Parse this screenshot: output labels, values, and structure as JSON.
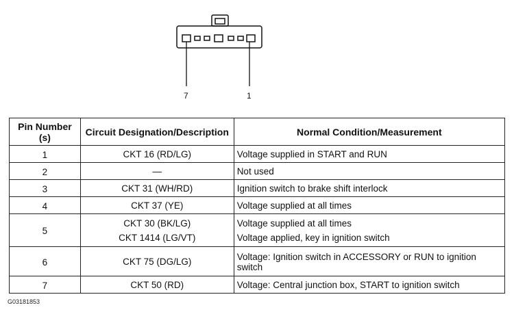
{
  "connector": {
    "left_pin_label": "7",
    "right_pin_label": "1"
  },
  "table": {
    "headers": {
      "pin": "Pin Number (s)",
      "circuit": "Circuit Designation/Description",
      "condition": "Normal Condition/Measurement"
    },
    "rows": [
      {
        "pin": "1",
        "circuits": [
          "CKT 16 (RD/LG)"
        ],
        "conditions": [
          "Voltage supplied in START and RUN"
        ]
      },
      {
        "pin": "2",
        "circuits": [
          "—"
        ],
        "conditions": [
          "Not used"
        ]
      },
      {
        "pin": "3",
        "circuits": [
          "CKT 31 (WH/RD)"
        ],
        "conditions": [
          "Ignition switch to brake shift interlock"
        ]
      },
      {
        "pin": "4",
        "circuits": [
          "CKT 37 (YE)"
        ],
        "conditions": [
          "Voltage supplied at all times"
        ]
      },
      {
        "pin": "5",
        "circuits": [
          "CKT 30 (BK/LG)",
          "CKT 1414 (LG/VT)"
        ],
        "conditions": [
          "Voltage supplied at all times",
          "Voltage applied, key in ignition switch"
        ]
      },
      {
        "pin": "6",
        "circuits": [
          "CKT 75 (DG/LG)"
        ],
        "conditions": [
          "Voltage: Ignition switch in ACCESSORY or RUN to ignition switch"
        ]
      },
      {
        "pin": "7",
        "circuits": [
          "CKT 50 (RD)"
        ],
        "conditions": [
          "Voltage: Central junction box, START to ignition switch"
        ]
      }
    ]
  },
  "figure_id": "G03181853"
}
